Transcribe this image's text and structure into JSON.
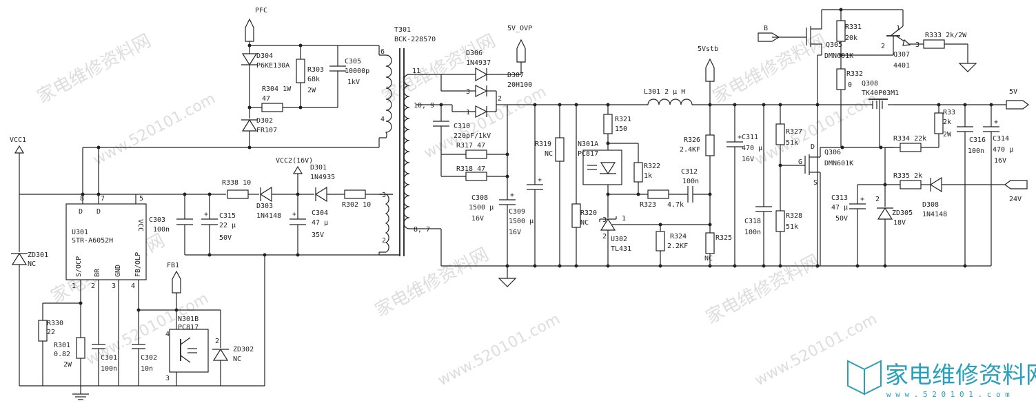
{
  "labels": {
    "pfc": "PFC",
    "vcc1": "VCC1",
    "vcc2": "VCC2(16V)",
    "fb1": "FB1",
    "v5_ovp": "5V_OVP",
    "v5stb": "5Vstb",
    "v5": "5V",
    "v24": "24V",
    "b": "B",
    "t301": "T301",
    "t301_part": "BCK-228570",
    "pin11": "11",
    "pin10_9": "10, 9",
    "pin8_7": "8, 7",
    "pin6": "6",
    "pin4": "4",
    "pin3": "3",
    "pin2": "2",
    "u301_ref": "U301",
    "u301_part": "STR-A6052H",
    "u301_pin_d1": "D",
    "u301_pin_d2": "D",
    "u301_pin_vcc": "VCC",
    "u301_pin_sbcp": "S/OCP",
    "u301_pin_br": "BR",
    "u301_pin_gnd": "GND",
    "u301_pin_fb": "FB/OLP",
    "u301_n8": "8",
    "u301_n7": "7",
    "u301_n5": "5",
    "u301_n1": "1",
    "u301_n2": "2",
    "u301_n3": "3",
    "u301_n4": "4",
    "d304": "D304",
    "d304_part": "P6KE130A",
    "r303": "R303",
    "r303_val": "68k",
    "r303_w": "2W",
    "c305": "C305",
    "c305_val": "10000p",
    "c305_v": "1kV",
    "r304": "R304 1W",
    "r304_val": "47",
    "d302": "D302",
    "d302_part": "FR107",
    "d306": "D306",
    "d306_part": "1N4937",
    "d307": "D307",
    "d307_part": "20H100",
    "d307_n1": "1",
    "d307_n2": "2",
    "d307_n3": "3",
    "c310": "C310",
    "c310_val": "220pF/1kV",
    "r317": "R317 47",
    "r318": "R318 47",
    "c308": "C308",
    "c308_val": "1500 μ",
    "c308_v": "16V",
    "c309": "C309",
    "c309_val": "1500 μ",
    "c309_v": "16V",
    "r319": "R319",
    "r319_val": "NC",
    "r320": "R320",
    "r320_val": "NC",
    "n301a": "N301A",
    "n301a_part": "PC817",
    "r321": "R321",
    "r321_val": "150",
    "r322": "R322",
    "r322_val": "1k",
    "r323": "R323",
    "r323_val": "4.7k",
    "c312": "C312",
    "c312_val": "100n",
    "u302": "U302",
    "u302_part": "TL431",
    "u302_n1": "1",
    "u302_n2": "2",
    "u302_n3": "3",
    "r324": "R324",
    "r324_val": "2.2KF",
    "r325": "R325",
    "r325_val": "NC",
    "l301": "L301  2 μ H",
    "r326": "R326",
    "r326_val": "2.4KF",
    "c311": "C311",
    "c311_val": "470 μ",
    "c311_v": "16V",
    "r327": "R327",
    "r327_val": "51k",
    "r328": "R328",
    "r328_val": "51k",
    "c318": "C318",
    "c318_val": "100n",
    "r331": "R331",
    "r331_val": "20k",
    "q305": "Q305",
    "q305_part": "DMN601K",
    "q307": "Q307",
    "q307_part": "4401",
    "q307_n1": "1",
    "q307_n2": "2",
    "q307_n3": "3",
    "r333": "R333  2k/2W",
    "r332": "R332",
    "r332_val": "0",
    "q308": "Q308",
    "q308_part": "TK40P03M1",
    "q306": "Q306",
    "q306_part": "DMN601K",
    "q306_d": "D",
    "q306_g": "G",
    "q306_s": "S",
    "r33": "R33",
    "r33_val": "2k",
    "r33_w": "2W",
    "r334": "R334  22k",
    "c316": "C316",
    "c316_val": "100n",
    "c314": "C314",
    "c314_val": "470 μ",
    "c314_v": "16V",
    "r335": "R335  2k",
    "d308": "D308",
    "d308_part": "1N4148",
    "c313": "C313",
    "c313_val": "47 μ",
    "c313_v": "50V",
    "zd305": "ZD305",
    "zd305_val": "18V",
    "zd305_n2": "2",
    "zd301": "ZD301",
    "zd301_val": "NC",
    "r338": "R338  10",
    "d303": "D303",
    "d303_part": "1N4148",
    "d301": "D301",
    "d301_part": "1N4935",
    "r302": "R302  10",
    "c303": "C303",
    "c303_val": "100n",
    "c315": "C315",
    "c315_val": "22 μ",
    "c315_v": "50V",
    "c304": "C304",
    "c304_val": "47 μ",
    "c304_v": "35V",
    "r330": "R330",
    "r330_val": "22",
    "r301": "R301",
    "r301_val": "0.82",
    "r301_w": "2W",
    "c301": "C301",
    "c301_val": "100n",
    "c302": "C302",
    "c302_val": "10n",
    "n301b": "N301B",
    "n301b_part": "PC817",
    "n301b_n4": "4",
    "n301b_n3": "3",
    "zd302": "ZD302",
    "zd302_val": "NC",
    "zd302_n2": "2"
  },
  "watermark": {
    "site_cn": "家电维修资料网",
    "site_url": "www.520101.com"
  },
  "logo": {
    "title": "家电维修资料网",
    "url": "w w w . 5 2 0 1 0 1 . c o m"
  },
  "colors": {
    "ink": "#222222",
    "watermark": "#d0d0d0",
    "logo_teal": "#2aa0b8"
  }
}
